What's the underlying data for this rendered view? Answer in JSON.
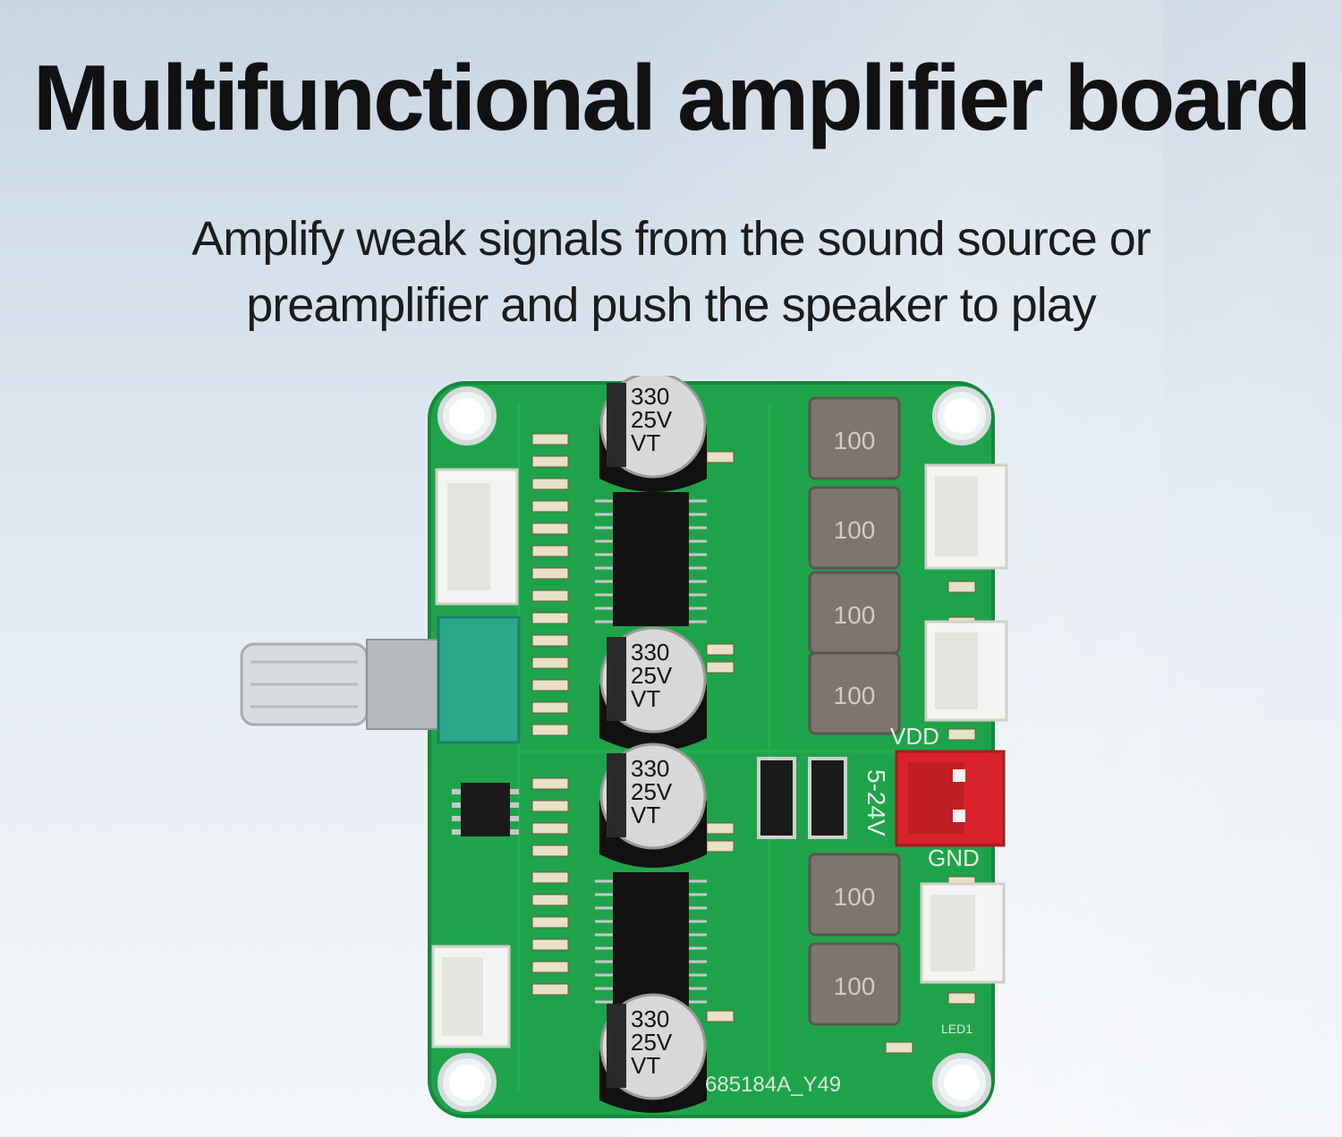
{
  "header": {
    "title": "Multifunctional amplifier board",
    "subtitle_line1": "Amplify weak signals from the sound source or",
    "subtitle_line2": "preamplifier and push the speaker to play"
  },
  "board": {
    "capacitor_lines": [
      "330",
      "25V",
      "VT"
    ],
    "inductor_label": "100",
    "voltage_label": "5-24V",
    "gnd_label": "GND",
    "vdd_label": "VDD",
    "model_label": "685184A_Y49",
    "led_label": "LED1"
  },
  "colors": {
    "pcb": "#1fa34a",
    "pcb_dark": "#138a3a",
    "power_connector": "#d8232a",
    "potentiometer": "#2aa889"
  }
}
